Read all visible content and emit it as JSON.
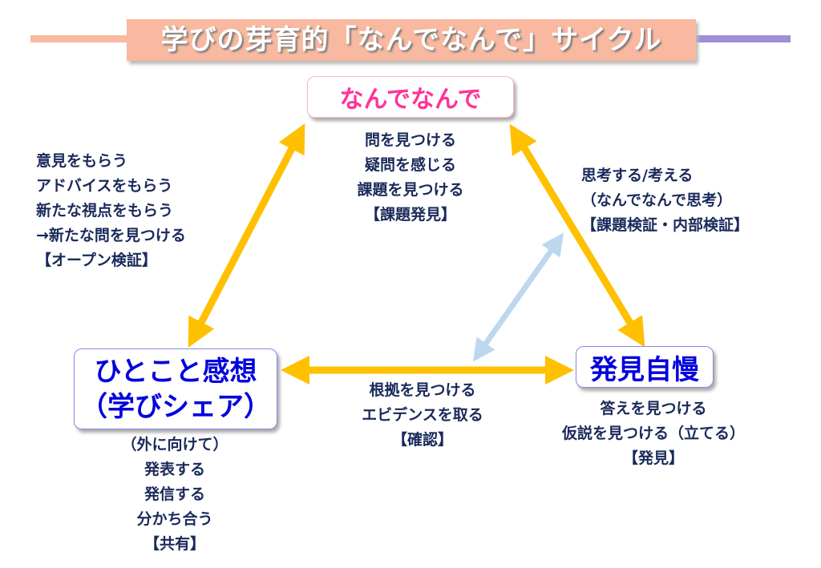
{
  "title": "学びの芽育的「なんでなんで」サイクル",
  "nodes": {
    "top": {
      "label": "なんでなんで",
      "notes": [
        "問を見つける",
        "疑問を感じる",
        "課題を見つける",
        "【課題発見】"
      ]
    },
    "left": {
      "label_line1": "ひとこと感想",
      "label_line2": "（学びシェア）",
      "notes": [
        "（外に向けて）",
        "発表する",
        "発信する",
        "分かち合う",
        "【共有】"
      ]
    },
    "right": {
      "label": "発見自慢",
      "notes": [
        "答えを見つける",
        "仮説を見つける（立てる）",
        "【発見】"
      ]
    }
  },
  "edges": {
    "top_left": [
      "意見をもらう",
      "アドバイスをもらう",
      "新たな視点をもらう",
      "→新たな問を見つける",
      "【オープン検証】"
    ],
    "top_right": [
      "思考する/考える",
      "（なんでなんで思考）",
      "【課題検証・内部検証】"
    ],
    "left_right": [
      "根拠を見つける",
      "エビデンスを取る",
      "【確認】"
    ]
  },
  "colors": {
    "arrow": "#ffc000",
    "arrow_light": "#bdd7ee",
    "title_bg": "#f8b9a0",
    "node_blue": "#0000dd",
    "node_pink": "#ff3399"
  }
}
